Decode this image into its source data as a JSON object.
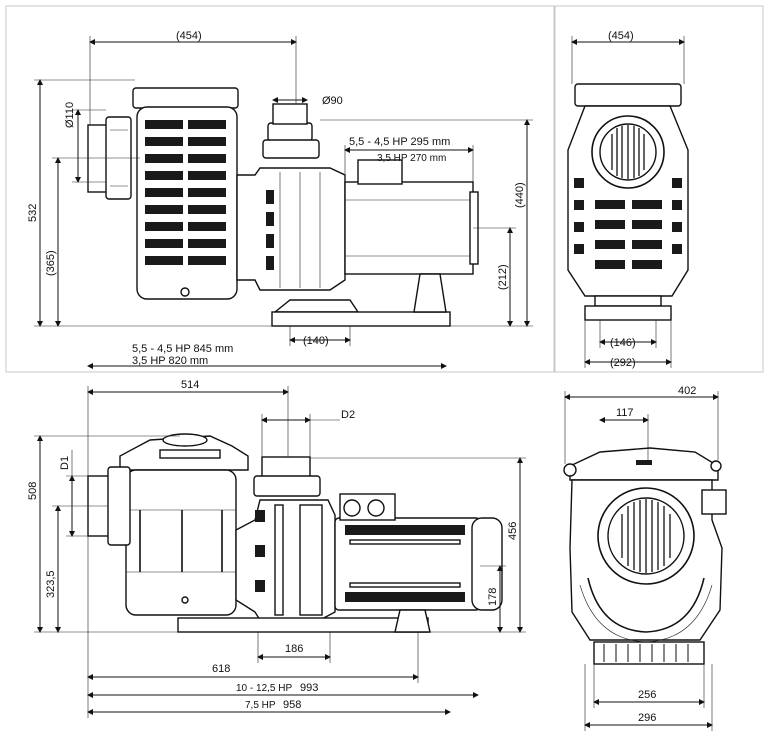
{
  "top_left_view": {
    "width_454": "(454)",
    "dia_110": "Ø110",
    "dia_90": "Ø90",
    "height_532": "532",
    "height_365": "(365)",
    "height_440": "(440)",
    "height_212": "(212)",
    "base_140": "(140)",
    "motor_len_line1": "5,5 - 4,5 HP 295 mm",
    "motor_len_line2": "3,5 HP 270 mm",
    "total_len_line1": "5,5 - 4,5 HP 845 mm",
    "total_len_line2": "3,5 HP 820 mm"
  },
  "top_right_view": {
    "width_454": "(454)",
    "base_146": "(146)",
    "base_292": "(292)"
  },
  "bottom_left_view": {
    "len_514": "514",
    "d2": "D2",
    "d1": "D1",
    "height_508": "508",
    "height_3235": "323,5",
    "height_456": "456",
    "height_178": "178",
    "base_186": "186",
    "len_618": "618",
    "total_line1_label": "10 - 12,5 HP",
    "total_line1_value": "993",
    "total_line2_label": "7,5 HP",
    "total_line2_value": "958"
  },
  "bottom_right_view": {
    "width_402": "402",
    "offset_117": "117",
    "base_256": "256",
    "base_296": "296"
  }
}
